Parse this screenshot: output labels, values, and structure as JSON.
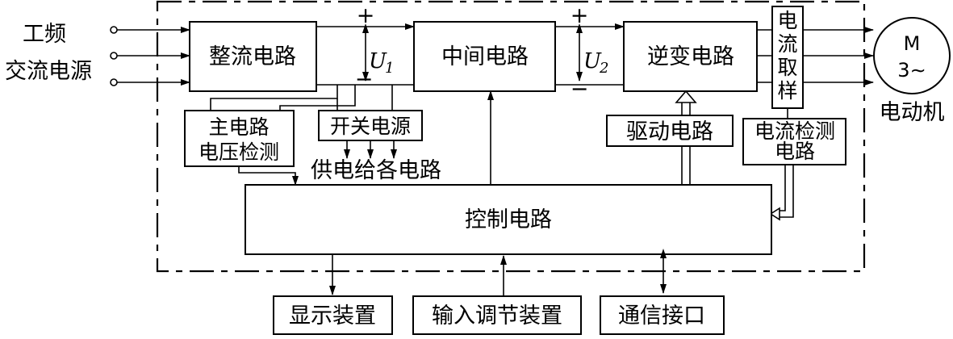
{
  "input_label": [
    "工频",
    "交流电源"
  ],
  "blocks": {
    "rectifier": "整流电路",
    "intermediate": "中间电路",
    "inverter": "逆变电路",
    "current_sampling": [
      "电",
      "流",
      "取",
      "样"
    ],
    "main_voltage_detect": [
      "主电路",
      "电压检测"
    ],
    "switch_power": "开关电源",
    "drive": "驱动电路",
    "current_detect": [
      "电流检测",
      "电路"
    ],
    "control": "控制电路",
    "display": "显示装置",
    "input_adjust": "输入调节装置",
    "comm": "通信接口"
  },
  "voltages": {
    "u1_main": "U",
    "u1_sub": "1",
    "u2_main": "U",
    "u2_sub": "2",
    "plus": "+",
    "minus": "−"
  },
  "supply_label": "供电给各电路",
  "motor": {
    "letter": "M",
    "phase": "3∼",
    "caption": "电动机"
  }
}
